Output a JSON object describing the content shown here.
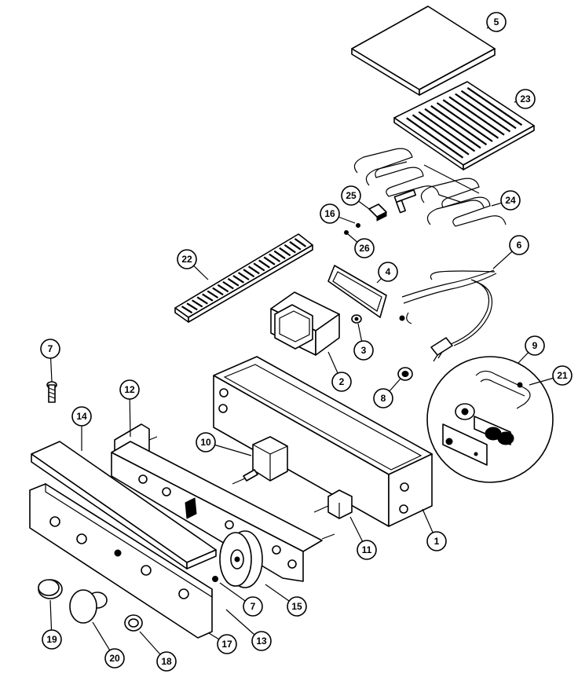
{
  "callouts": [
    {
      "label": "5"
    },
    {
      "label": "23"
    },
    {
      "label": "24"
    },
    {
      "label": "25"
    },
    {
      "label": "16"
    },
    {
      "label": "26"
    },
    {
      "label": "6"
    },
    {
      "label": "22"
    },
    {
      "label": "4"
    },
    {
      "label": "3"
    },
    {
      "label": "2"
    },
    {
      "label": "8"
    },
    {
      "label": "9"
    },
    {
      "label": "21"
    },
    {
      "label": "7"
    },
    {
      "label": "12"
    },
    {
      "label": "14"
    },
    {
      "label": "10"
    },
    {
      "label": "1"
    },
    {
      "label": "11"
    },
    {
      "label": "15"
    },
    {
      "label": "7"
    },
    {
      "label": "13"
    },
    {
      "label": "17"
    },
    {
      "label": "19"
    },
    {
      "label": "20"
    },
    {
      "label": "18"
    }
  ]
}
